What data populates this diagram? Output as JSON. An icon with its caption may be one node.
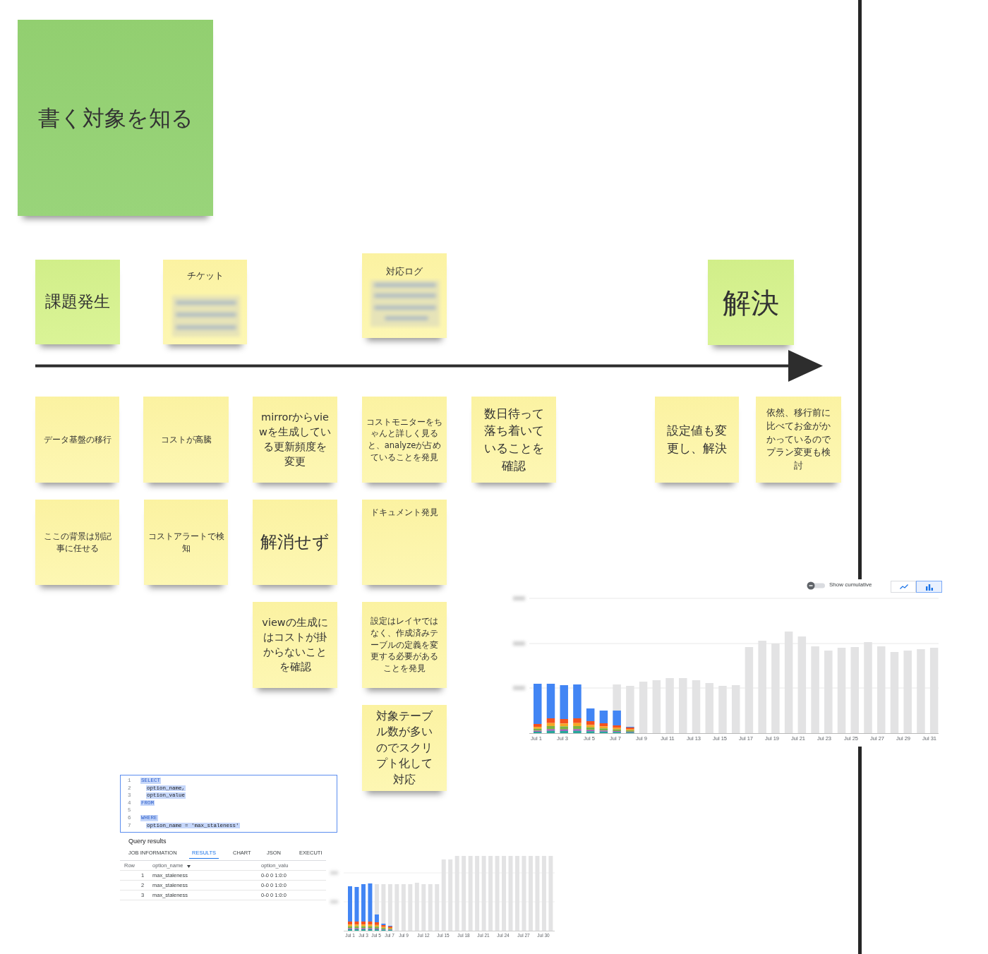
{
  "diagram": {
    "nodes": [
      {
        "text": [
          "書く対象を知る"
        ]
      },
      {
        "text": [
          "課題発生"
        ]
      },
      {
        "text": [
          "チケット"
        ]
      },
      {
        "text": [
          "対応ログ"
        ]
      },
      {
        "text": [
          "解決"
        ]
      },
      {
        "text": [
          "データ基盤の移行"
        ]
      },
      {
        "text": [
          "コストが高騰"
        ]
      },
      {
        "text": [
          "mirrorからviewを生成している更新頻度を変更"
        ]
      },
      {
        "text": [
          "コストモニターをちゃんと詳しく見ると、analyzeが占めていることを発見"
        ]
      },
      {
        "text": [
          "数日待って落ち着いていることを確認"
        ]
      },
      {
        "text": [
          "設定値も変更し、解決"
        ]
      },
      {
        "text": [
          "依然、移行前に比べてお金がかかっているのでプラン変更も検討"
        ]
      },
      {
        "text": [
          "ここの背景は別記事に任せる"
        ]
      },
      {
        "text": [
          "コストアラートで検知"
        ]
      },
      {
        "text": [
          "解消せず"
        ]
      },
      {
        "text": [
          "ドキュメント発見"
        ]
      },
      {
        "text": [
          "viewの生成にはコストが掛からないことを確認"
        ]
      },
      {
        "text": [
          "設定はレイヤではなく、作成済みテーブルの定義を変更する必要があることを発見"
        ]
      },
      {
        "text": [
          "対象テーブル数が多いのでスクリプト化して対応"
        ]
      }
    ],
    "labels": [
      "Show cumulative",
      "Jul 1",
      "Jul 3",
      "Jul 5",
      "Jul 7",
      "Jul 9",
      "Jul 11",
      "Jul 13",
      "Jul 15",
      "Jul 17",
      "Jul 19",
      "Jul 21",
      "Jul 23",
      "Jul 25",
      "Jul 27",
      "Jul 29",
      "Jul 31",
      "1",
      "SELECT",
      "2",
      "option_name,",
      "3",
      "option_value",
      "4",
      "FROM",
      "5",
      "6",
      "WHERE",
      "7",
      "option_name = 'max_staleness'",
      "Query results",
      "JOB INFORMATION",
      "RESULTS",
      "CHART",
      "JSON",
      "EXECUTI",
      "Row",
      "option_name",
      "option_valu",
      "1",
      "max_staleness",
      "0-0 0 1:0:0",
      "2",
      "max_staleness",
      "0-0 0 1:0:0",
      "3",
      "max_staleness",
      "0-0 0 1:0:0",
      "Jul 1",
      "Jul 3",
      "Jul 5",
      "Jul 7",
      "Jul 9",
      "Jul 12",
      "Jul 15",
      "Jul 18",
      "Jul 21",
      "Jul 24",
      "Jul 27",
      "Jul 30"
    ]
  }
}
